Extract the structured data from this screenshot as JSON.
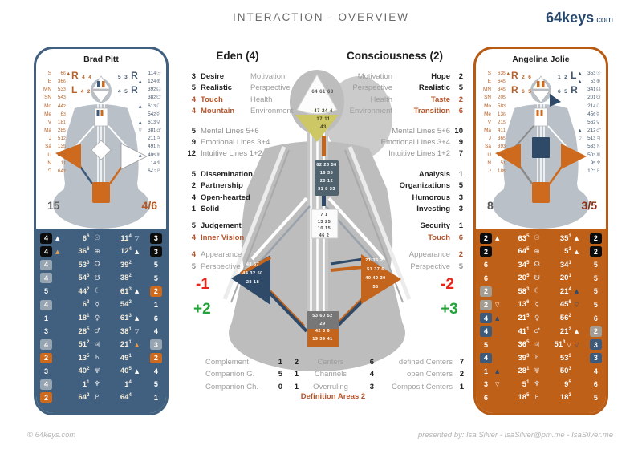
{
  "header": {
    "title": "INTERACTION - OVERVIEW",
    "logo": "64keys",
    "logo_suffix": ".com"
  },
  "footer": {
    "left": "© 64keys.com",
    "right": "presented by: Isa Silver  -  IsaSilver@pm.me  -  IsaSilver.me"
  },
  "colors": {
    "accent_orange": "#cd6a1d",
    "slate_blue": "#41607f",
    "olive": "#cdc766",
    "red": "#e8251a",
    "green": "#23a33a"
  },
  "left_panel": {
    "name": "Brad Pitt",
    "corners": {
      "tl": "2",
      "tr": "C",
      "bl": "15",
      "br": "4/6"
    },
    "variables": [
      {
        "text": "R 4 4",
        "side": "l"
      },
      {
        "text": "L 4 2",
        "side": "l"
      },
      {
        "text": "5 3 R",
        "side": "r"
      },
      {
        "text": "4 5 R",
        "side": "r"
      }
    ],
    "design_planets": [
      {
        "p": "S",
        "g": "6",
        "l": "6",
        "m": "▲"
      },
      {
        "p": "E",
        "g": "36",
        "l": "6"
      },
      {
        "p": "MN",
        "g": "53",
        "l": "3"
      },
      {
        "p": "SN",
        "g": "54",
        "l": "3"
      },
      {
        "p": "Mo",
        "g": "44",
        "l": "2"
      },
      {
        "p": "Me",
        "g": "6",
        "l": "3"
      },
      {
        "p": "V",
        "g": "18",
        "l": "1"
      },
      {
        "p": "Ma",
        "g": "28",
        "l": "5"
      },
      {
        "p": "J",
        "g": "51",
        "l": "2"
      },
      {
        "p": "Sa",
        "g": "13",
        "l": "5"
      },
      {
        "p": "U",
        "g": "40",
        "l": "2"
      },
      {
        "p": "N",
        "g": "1",
        "l": "1"
      },
      {
        "p": "P",
        "g": "64",
        "l": "2"
      }
    ],
    "personality_planets": [
      {
        "g": "11",
        "l": "4",
        "glyph": "☉"
      },
      {
        "g": "12",
        "l": "4",
        "glyph": "⊕",
        "m": "▲"
      },
      {
        "g": "39",
        "l": "2",
        "glyph": "☊"
      },
      {
        "g": "38",
        "l": "2",
        "glyph": "☋"
      },
      {
        "g": "61",
        "l": "3",
        "glyph": "☾",
        "m": "▲"
      },
      {
        "g": "54",
        "l": "2",
        "glyph": "☿"
      },
      {
        "g": "61",
        "l": "3",
        "glyph": "♀",
        "m": "▲"
      },
      {
        "g": "38",
        "l": "1",
        "glyph": "♂",
        "m": "▽"
      },
      {
        "g": "21",
        "l": "1",
        "glyph": "♃"
      },
      {
        "g": "49",
        "l": "1",
        "glyph": "♄"
      },
      {
        "g": "40",
        "l": "5",
        "glyph": "♅",
        "m": "▲"
      },
      {
        "g": "1",
        "l": "4",
        "glyph": "♆"
      },
      {
        "g": "64",
        "l": "4",
        "glyph": "♇"
      }
    ],
    "table": [
      {
        "lb": "4",
        "lbs": "k",
        "lm": "▲w",
        "lg": "6",
        "ll": "6",
        "pl": "☉",
        "rg": "11",
        "rl": "4",
        "rm": "▽w",
        "rb": "3",
        "rbs": "k"
      },
      {
        "lb": "4",
        "lbs": "k",
        "lm": "▲o",
        "lg": "36",
        "ll": "6",
        "pl": "⊕",
        "rg": "12",
        "rl": "4",
        "rm": "▲w",
        "rb": "3",
        "rbs": "k"
      },
      {
        "lb": "4",
        "lbs": "g",
        "lm": "",
        "lg": "53",
        "ll": "3",
        "pl": "☊",
        "rg": "39",
        "rl": "2",
        "rm": "",
        "rb": "5",
        "rbs": ""
      },
      {
        "lb": "4",
        "lbs": "g",
        "lm": "",
        "lg": "54",
        "ll": "3",
        "pl": "☋",
        "rg": "38",
        "rl": "2",
        "rm": "",
        "rb": "5",
        "rbs": ""
      },
      {
        "lb": "5",
        "lbs": "",
        "lm": "",
        "lg": "44",
        "ll": "2",
        "pl": "☾",
        "rg": "61",
        "rl": "3",
        "rm": "▲w",
        "rb": "2",
        "rbs": "o"
      },
      {
        "lb": "4",
        "lbs": "g",
        "lm": "",
        "lg": "6",
        "ll": "3",
        "pl": "☿",
        "rg": "54",
        "rl": "2",
        "rm": "",
        "rb": "1",
        "rbs": ""
      },
      {
        "lb": "1",
        "lbs": "",
        "lm": "",
        "lg": "18",
        "ll": "1",
        "pl": "♀",
        "rg": "61",
        "rl": "3",
        "rm": "▲w",
        "rb": "6",
        "rbs": ""
      },
      {
        "lb": "3",
        "lbs": "",
        "lm": "",
        "lg": "28",
        "ll": "5",
        "pl": "♂",
        "rg": "38",
        "rl": "1",
        "rm": "▽w",
        "rb": "4",
        "rbs": ""
      },
      {
        "lb": "4",
        "lbs": "g",
        "lm": "",
        "lg": "51",
        "ll": "2",
        "pl": "♃",
        "rg": "21",
        "rl": "1",
        "rm": "▲o",
        "rb": "3",
        "rbs": "g"
      },
      {
        "lb": "2",
        "lbs": "o",
        "lm": "",
        "lg": "13",
        "ll": "5",
        "pl": "♄",
        "rg": "49",
        "rl": "1",
        "rm": "",
        "rb": "2",
        "rbs": "o"
      },
      {
        "lb": "3",
        "lbs": "",
        "lm": "",
        "lg": "40",
        "ll": "2",
        "pl": "♅",
        "rg": "40",
        "rl": "5",
        "rm": "▲w",
        "rb": "4",
        "rbs": ""
      },
      {
        "lb": "4",
        "lbs": "g",
        "lm": "",
        "lg": "1",
        "ll": "1",
        "pl": "♆",
        "rg": "1",
        "rl": "4",
        "rm": "",
        "rb": "5",
        "rbs": ""
      },
      {
        "lb": "2",
        "lbs": "o",
        "lm": "",
        "lg": "64",
        "ll": "2",
        "pl": "♇",
        "rg": "64",
        "rl": "4",
        "rm": "",
        "rb": "1",
        "rbs": ""
      }
    ]
  },
  "right_panel": {
    "name": "Angelina Jolie",
    "corners": {
      "tl": "4",
      "tr": "S",
      "bl": "8",
      "br": "3/5"
    },
    "variables": [
      {
        "text": "R 2 6",
        "side": "l"
      },
      {
        "text": "R 6 5",
        "side": "l"
      },
      {
        "text": "1 2 L",
        "side": "r"
      },
      {
        "text": "6 5 R",
        "side": "r"
      }
    ],
    "design_planets": [
      {
        "p": "S",
        "g": "63",
        "l": "5",
        "m": "▲"
      },
      {
        "p": "E",
        "g": "64",
        "l": "5"
      },
      {
        "p": "MN",
        "g": "34",
        "l": "5"
      },
      {
        "p": "SN",
        "g": "20",
        "l": "5"
      },
      {
        "p": "Mo",
        "g": "58",
        "l": "3"
      },
      {
        "p": "Me",
        "g": "13",
        "l": "6"
      },
      {
        "p": "V",
        "g": "21",
        "l": "5"
      },
      {
        "p": "Ma",
        "g": "41",
        "l": "1"
      },
      {
        "p": "J",
        "g": "36",
        "l": "5"
      },
      {
        "p": "Sa",
        "g": "39",
        "l": "3"
      },
      {
        "p": "U",
        "g": "28",
        "l": "1"
      },
      {
        "p": "N",
        "g": "5",
        "l": "1"
      },
      {
        "p": "P",
        "g": "18",
        "l": "5"
      }
    ],
    "personality_planets": [
      {
        "g": "35",
        "l": "3",
        "glyph": "☉",
        "m": "▲"
      },
      {
        "g": "5",
        "l": "3",
        "glyph": "⊕",
        "m": "▲"
      },
      {
        "g": "34",
        "l": "1",
        "glyph": "☊"
      },
      {
        "g": "20",
        "l": "1",
        "glyph": "☋"
      },
      {
        "g": "21",
        "l": "4",
        "glyph": "☾"
      },
      {
        "g": "45",
        "l": "6",
        "glyph": "☿"
      },
      {
        "g": "56",
        "l": "2",
        "glyph": "♀"
      },
      {
        "g": "21",
        "l": "2",
        "glyph": "♂",
        "m": "▲"
      },
      {
        "g": "51",
        "l": "3",
        "glyph": "♃",
        "m": "▽"
      },
      {
        "g": "53",
        "l": "3",
        "glyph": "♄"
      },
      {
        "g": "50",
        "l": "3",
        "glyph": "♅"
      },
      {
        "g": "9",
        "l": "5",
        "glyph": "♆"
      },
      {
        "g": "18",
        "l": "3",
        "glyph": "♇"
      }
    ],
    "table": [
      {
        "lb": "2",
        "lbs": "k",
        "lm": "▲w",
        "lg": "63",
        "ll": "5",
        "pl": "☉",
        "rg": "35",
        "rl": "3",
        "rm": "▲w",
        "rb": "2",
        "rbs": "k"
      },
      {
        "lb": "2",
        "lbs": "k",
        "lm": "",
        "lg": "64",
        "ll": "5",
        "pl": "⊕",
        "rg": "5",
        "rl": "3",
        "rm": "▲w",
        "rb": "2",
        "rbs": "k"
      },
      {
        "lb": "6",
        "lbs": "",
        "lm": "",
        "lg": "34",
        "ll": "5",
        "pl": "☊",
        "rg": "34",
        "rl": "1",
        "rm": "",
        "rb": "5",
        "rbs": ""
      },
      {
        "lb": "6",
        "lbs": "",
        "lm": "",
        "lg": "20",
        "ll": "5",
        "pl": "☋",
        "rg": "20",
        "rl": "1",
        "rm": "",
        "rb": "5",
        "rbs": ""
      },
      {
        "lb": "2",
        "lbs": "g",
        "lm": "",
        "lg": "58",
        "ll": "3",
        "pl": "☾",
        "rg": "21",
        "rl": "4",
        "rm": "▲b",
        "rb": "5",
        "rbs": ""
      },
      {
        "lb": "2",
        "lbs": "g",
        "lm": "▽w",
        "lg": "13",
        "ll": "6",
        "pl": "☿",
        "rg": "45",
        "rl": "6",
        "rm": "▽b",
        "rb": "5",
        "rbs": ""
      },
      {
        "lb": "4",
        "lbs": "b",
        "lm": "▲b",
        "lg": "21",
        "ll": "5",
        "pl": "♀",
        "rg": "56",
        "rl": "2",
        "rm": "",
        "rb": "6",
        "rbs": ""
      },
      {
        "lb": "4",
        "lbs": "b",
        "lm": "",
        "lg": "41",
        "ll": "1",
        "pl": "♂",
        "rg": "21",
        "rl": "2",
        "rm": "▲w",
        "rb": "2",
        "rbs": "g"
      },
      {
        "lb": "5",
        "lbs": "",
        "lm": "",
        "lg": "36",
        "ll": "5",
        "pl": "♃",
        "rg": "51",
        "rl": "3",
        "rmi": "▽",
        "rm": "▽b",
        "rb": "3",
        "rbs": "b"
      },
      {
        "lb": "4",
        "lbs": "b",
        "lm": "",
        "lg": "39",
        "ll": "3",
        "pl": "♄",
        "rg": "53",
        "rl": "3",
        "rm": "",
        "rb": "3",
        "rbs": "b"
      },
      {
        "lb": "1",
        "lbs": "",
        "lm": "▲b",
        "lg": "28",
        "ll": "1",
        "pl": "♅",
        "rg": "50",
        "rl": "3",
        "rm": "",
        "rb": "4",
        "rbs": ""
      },
      {
        "lb": "3",
        "lbs": "",
        "lm": "▽w",
        "lg": "5",
        "ll": "1",
        "pl": "♆",
        "rg": "9",
        "rl": "5",
        "rm": "",
        "rb": "6",
        "rbs": ""
      },
      {
        "lb": "6",
        "lbs": "",
        "lm": "",
        "lg": "18",
        "ll": "5",
        "pl": "♇",
        "rg": "18",
        "rl": "3",
        "rm": "",
        "rb": "5",
        "rbs": ""
      }
    ]
  },
  "eden": {
    "title": "Eden (4)",
    "top": [
      {
        "num": "3",
        "label": "Desire",
        "cat": "Motivation",
        "s": "b"
      },
      {
        "num": "5",
        "label": "Realistic",
        "cat": "Perspective",
        "s": "b"
      },
      {
        "num": "4",
        "label": "Touch",
        "cat": "Health",
        "s": "o"
      },
      {
        "num": "4",
        "label": "Mountain",
        "cat": "Environment",
        "s": "o"
      }
    ],
    "lines": [
      {
        "num": "5",
        "label": "Mental Lines 5+6"
      },
      {
        "num": "9",
        "label": "Emotional Lines 3+4"
      },
      {
        "num": "12",
        "label": "Intuitive Lines 1+2"
      }
    ],
    "traits": [
      {
        "num": "5",
        "label": "Dissemination",
        "s": "b"
      },
      {
        "num": "2",
        "label": "Partnership",
        "s": "b"
      },
      {
        "num": "4",
        "label": "Open-hearted",
        "s": "b"
      },
      {
        "num": "1",
        "label": "Solid",
        "s": "b"
      },
      {
        "num": "5",
        "label": "Judgement",
        "s": "b",
        "gap": true
      },
      {
        "num": "4",
        "label": "Inner Vision",
        "s": "o"
      },
      {
        "num": "4",
        "label": "Appearance",
        "s": "gy",
        "ns": "o",
        "gap": true
      },
      {
        "num": "5",
        "label": "Perspective",
        "s": "gy"
      }
    ]
  },
  "consciousness": {
    "title": "Consciousness (2)",
    "top": [
      {
        "cat": "Motivation",
        "label": "Hope",
        "num": "2",
        "s": "b"
      },
      {
        "cat": "Perspective",
        "label": "Realistic",
        "num": "5",
        "s": "b"
      },
      {
        "cat": "Health",
        "label": "Taste",
        "num": "2",
        "s": "o"
      },
      {
        "cat": "Environment",
        "label": "Transition",
        "num": "6",
        "s": "o"
      }
    ],
    "lines": [
      {
        "label": "Mental Lines 5+6",
        "num": "10"
      },
      {
        "label": "Emotional Lines 3+4",
        "num": "9"
      },
      {
        "label": "Intuitive Lines 1+2",
        "num": "7"
      }
    ],
    "traits": [
      {
        "label": "Analysis",
        "num": "1",
        "s": "b"
      },
      {
        "label": "Organizations",
        "num": "5",
        "s": "b"
      },
      {
        "label": "Humorous",
        "num": "3",
        "s": "b"
      },
      {
        "label": "Investing",
        "num": "3",
        "s": "b"
      },
      {
        "label": "Security",
        "num": "1",
        "s": "b",
        "gap": true
      },
      {
        "label": "Touch",
        "num": "6",
        "s": "o"
      },
      {
        "label": "Appearance",
        "num": "2",
        "s": "gy",
        "ns": "o",
        "gap": true
      },
      {
        "label": "Perspective",
        "num": "5",
        "s": "gy"
      }
    ]
  },
  "deltas": {
    "left_red": "-1",
    "left_green": "+2",
    "right_red": "-2",
    "right_green": "+3"
  },
  "figure": {
    "head": [
      "64 61 63"
    ],
    "ajna": [
      "47 24 4",
      "17 11",
      "43"
    ],
    "throat": [
      "62 23 56",
      "16 35",
      "20 12",
      "31 8 33"
    ],
    "g_center": [
      "7 1",
      "13 25",
      "10 15",
      "46 2"
    ],
    "spleen": [
      "48 57",
      "44 32 50",
      "28 18"
    ],
    "heart": [
      "21 36 22",
      "51 37 6",
      "40 49 30",
      "55"
    ],
    "sacral_root": [
      "53 60 52",
      "29",
      "42 3 9",
      "19 39 41"
    ]
  },
  "stats": {
    "rows_left": [
      {
        "label": "Complement",
        "num": "1"
      },
      {
        "label": "Companion G.",
        "num": "5"
      },
      {
        "label": "Companion Ch.",
        "num": "0"
      }
    ],
    "rows_mid": [
      {
        "n1": "2",
        "label": "Centers",
        "n2": "6"
      },
      {
        "n1": "1",
        "label": "Channels",
        "n2": "4"
      },
      {
        "n1": "1",
        "label": "Overruling",
        "n2": "3"
      }
    ],
    "rows_right": [
      {
        "label": "defined Centers",
        "num": "7"
      },
      {
        "label": "open Centers",
        "num": "2"
      },
      {
        "label": "Composit Centers",
        "num": "1"
      }
    ],
    "definition_label": "Definition Areas",
    "definition_value": "2"
  }
}
